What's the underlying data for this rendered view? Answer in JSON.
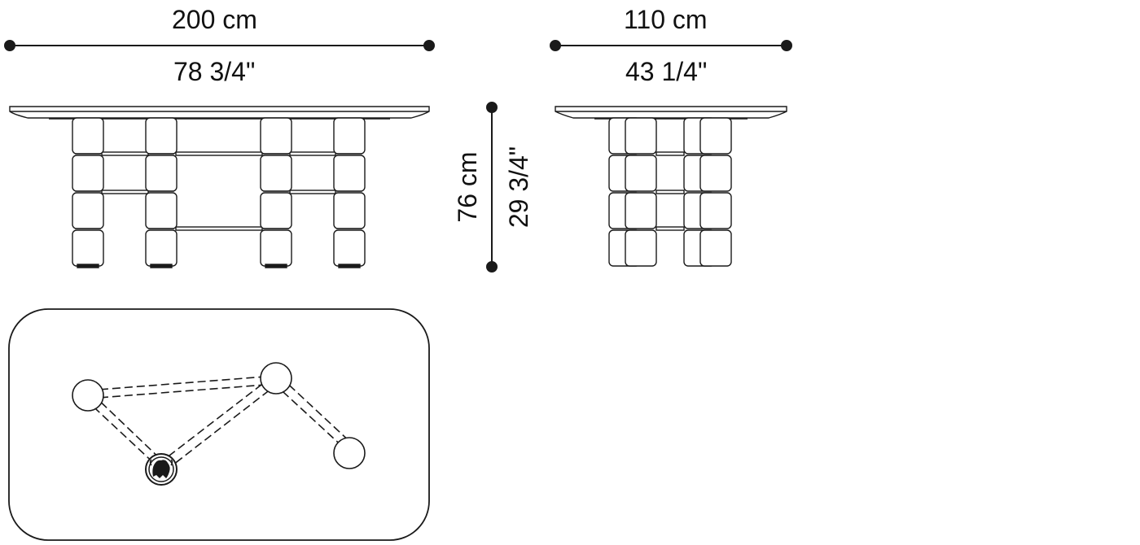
{
  "dimensions": {
    "width": {
      "metric": "200 cm",
      "imperial": "78 3/4\""
    },
    "depth": {
      "metric": "110 cm",
      "imperial": "43 1/4\""
    },
    "height": {
      "metric": "76 cm",
      "imperial": "29 3/4\""
    }
  },
  "colors": {
    "line": "#1a1a1a",
    "fill": "#ffffff"
  },
  "plan_view": {
    "legs": 4,
    "base_icon": "griffin-emblem-icon"
  }
}
